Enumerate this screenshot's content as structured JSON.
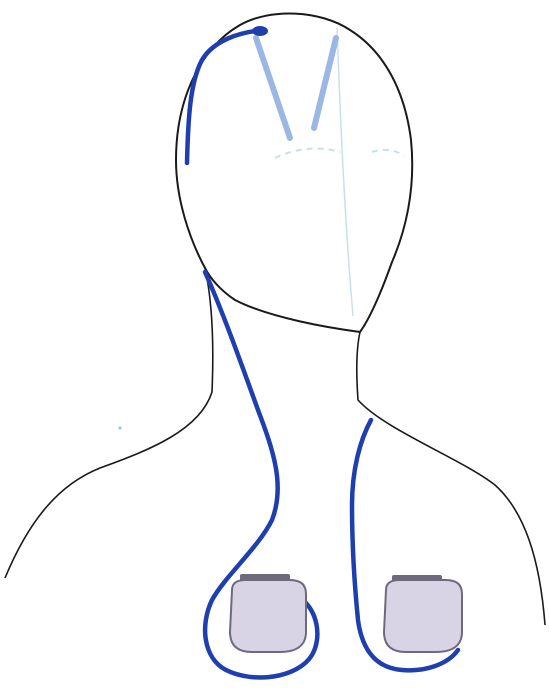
{
  "figure": {
    "colors": {
      "background": "#ffffff",
      "outline": "#1a1a1a",
      "lead_wire": "#1f3fae",
      "electrode_trajectory": "#9bb7e3",
      "midline_guide": "#c9dff0",
      "generator_fill": "#d8d4e6",
      "generator_edge": "#6e6a7e"
    },
    "components": {
      "body_outline": "head-and-shoulders-outline",
      "leads": [
        "left-lead-wire",
        "right-lead-wire"
      ],
      "generators": [
        "left-pulse-generator",
        "right-pulse-generator"
      ],
      "electrodes": [
        "left-electrode-trajectory",
        "right-electrode-trajectory"
      ]
    }
  }
}
